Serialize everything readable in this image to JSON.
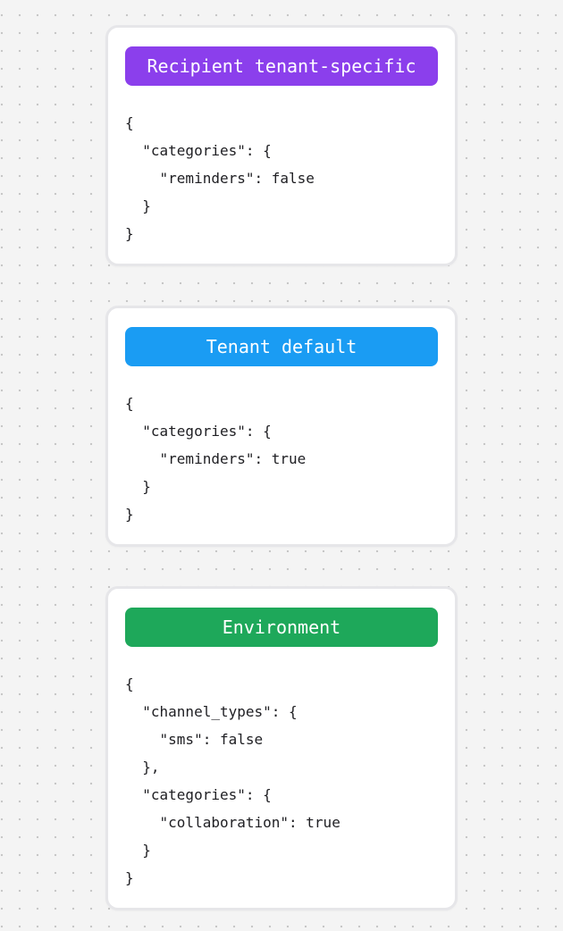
{
  "page": {
    "background_color": "#f4f4f4",
    "dot_color": "#c7c7c7",
    "card_background": "#ffffff",
    "card_border_color": "#e6e6e9",
    "code_text_color": "#202024"
  },
  "cards": [
    {
      "badge": {
        "label": "Recipient tenant-specific",
        "color": "#8b3fec"
      },
      "code_lines": [
        "{",
        "  \"categories\": {",
        "    \"reminders\": false",
        "  }",
        "}"
      ]
    },
    {
      "badge": {
        "label": "Tenant default",
        "color": "#1a9cf3"
      },
      "code_lines": [
        "{",
        "  \"categories\": {",
        "    \"reminders\": true",
        "  }",
        "}"
      ]
    },
    {
      "badge": {
        "label": "Environment",
        "color": "#1ea85a"
      },
      "code_lines": [
        "{",
        "  \"channel_types\": {",
        "    \"sms\": false",
        "  },",
        "  \"categories\": {",
        "    \"collaboration\": true",
        "  }",
        "}"
      ]
    }
  ]
}
